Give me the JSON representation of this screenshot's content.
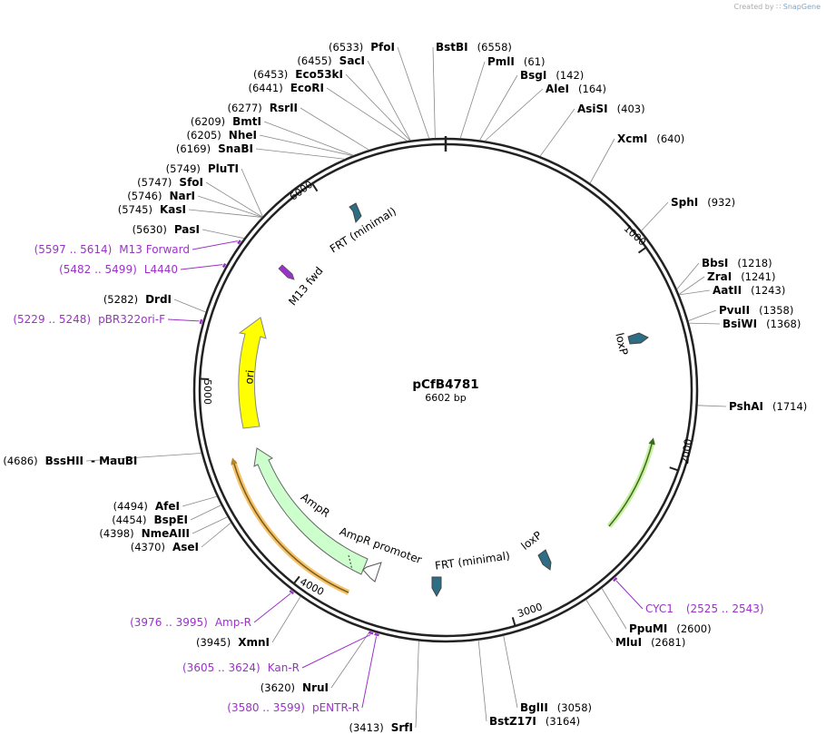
{
  "credit": {
    "prefix": "Created by",
    "brand": "SnapGene"
  },
  "plasmid": {
    "name": "pCfB4781",
    "length": "6602 bp"
  },
  "total_bp": 6602,
  "ticks": [
    "1000",
    "2000",
    "3000",
    "4000",
    "5000",
    "6000"
  ],
  "sites": [
    {
      "name": "BstBI",
      "pos": "(6558)",
      "bp": 6558
    },
    {
      "name": "PmlI",
      "pos": "(61)",
      "bp": 61
    },
    {
      "name": "BsgI",
      "pos": "(142)",
      "bp": 142
    },
    {
      "name": "AleI",
      "pos": "(164)",
      "bp": 164
    },
    {
      "name": "AsiSI",
      "pos": "(403)",
      "bp": 403
    },
    {
      "name": "XcmI",
      "pos": "(640)",
      "bp": 640
    },
    {
      "name": "SphI",
      "pos": "(932)",
      "bp": 932
    },
    {
      "name": "BbsI",
      "pos": "(1218)",
      "bp": 1218
    },
    {
      "name": "ZraI",
      "pos": "(1241)",
      "bp": 1241
    },
    {
      "name": "AatII",
      "pos": "(1243)",
      "bp": 1243
    },
    {
      "name": "PvuII",
      "pos": "(1358)",
      "bp": 1358
    },
    {
      "name": "BsiWI",
      "pos": "(1368)",
      "bp": 1368
    },
    {
      "name": "PshAI",
      "pos": "(1714)",
      "bp": 1714
    },
    {
      "name": "PpuMI",
      "pos": "(2600)",
      "bp": 2600
    },
    {
      "name": "MluI",
      "pos": "(2681)",
      "bp": 2681
    },
    {
      "name": "BglII",
      "pos": "(3058)",
      "bp": 3058
    },
    {
      "name": "BstZ17I",
      "pos": "(3164)",
      "bp": 3164
    },
    {
      "name": "SrfI",
      "pos": "(3413)",
      "bp": 3413
    },
    {
      "name": "NruI",
      "pos": "(3620)",
      "bp": 3620
    },
    {
      "name": "XmnI",
      "pos": "(3945)",
      "bp": 3945
    },
    {
      "name": "AseI",
      "pos": "(4370)",
      "bp": 4370
    },
    {
      "name": "NmeAIII",
      "pos": "(4398)",
      "bp": 4398
    },
    {
      "name": "BspEI",
      "pos": "(4454)",
      "bp": 4454
    },
    {
      "name": "AfeI",
      "pos": "(4494)",
      "bp": 4494
    },
    {
      "name": "BssHII",
      "pos": "(4686)",
      "bp": 4686,
      "extra": "-  MauBI"
    },
    {
      "name": "DrdI",
      "pos": "(5282)",
      "bp": 5282
    },
    {
      "name": "PasI",
      "pos": "(5630)",
      "bp": 5630
    },
    {
      "name": "KasI",
      "pos": "(5745)",
      "bp": 5745
    },
    {
      "name": "NarI",
      "pos": "(5746)",
      "bp": 5746
    },
    {
      "name": "SfoI",
      "pos": "(5747)",
      "bp": 5747
    },
    {
      "name": "PluTI",
      "pos": "(5749)",
      "bp": 5749
    },
    {
      "name": "SnaBI",
      "pos": "(6169)",
      "bp": 6169
    },
    {
      "name": "NheI",
      "pos": "(6205)",
      "bp": 6205
    },
    {
      "name": "BmtI",
      "pos": "(6209)",
      "bp": 6209
    },
    {
      "name": "RsrII",
      "pos": "(6277)",
      "bp": 6277
    },
    {
      "name": "EcoRI",
      "pos": "(6441)",
      "bp": 6441
    },
    {
      "name": "Eco53kI",
      "pos": "(6453)",
      "bp": 6453
    },
    {
      "name": "SacI",
      "pos": "(6455)",
      "bp": 6455
    },
    {
      "name": "PfoI",
      "pos": "(6533)",
      "bp": 6533
    }
  ],
  "primers": [
    {
      "range": "(2525 .. 2543)",
      "name": "CYC1",
      "start": 2525,
      "end": 2543
    },
    {
      "range": "(3976 .. 3995)",
      "name": "Amp-R",
      "start": 3976,
      "end": 3995
    },
    {
      "range": "(3605 .. 3624)",
      "name": "Kan-R",
      "start": 3605,
      "end": 3624
    },
    {
      "range": "(3580 .. 3599)",
      "name": "pENTR-R",
      "start": 3580,
      "end": 3599
    },
    {
      "range": "(5229 .. 5248)",
      "name": "pBR322ori-F",
      "start": 5229,
      "end": 5248
    },
    {
      "range": "(5482 .. 5499)",
      "name": "L4440",
      "start": 5482,
      "end": 5499
    },
    {
      "range": "(5597 .. 5614)",
      "name": "M13 Forward",
      "start": 5597,
      "end": 5614
    }
  ],
  "features": [
    {
      "name": "loxP",
      "color": "#2d6e86"
    },
    {
      "name": "loxP",
      "color": "#2d6e86"
    },
    {
      "name": "FRT (minimal)",
      "color": "#2d6e86"
    },
    {
      "name": "FRT (minimal)",
      "color": "#2d6e86"
    },
    {
      "name": "M13 fwd",
      "color": "#9b32c8"
    },
    {
      "name": "ori",
      "color": "#ffff00"
    },
    {
      "name": "AmpR",
      "color": "#ccffcc"
    },
    {
      "name": "AmpR promoter",
      "color": "#ffffff"
    }
  ],
  "colors": {
    "site_text": "#000000",
    "primer": "#9b32c8",
    "yellow_orf": "#f4c36a",
    "green_orf": "#c8f0a0"
  }
}
